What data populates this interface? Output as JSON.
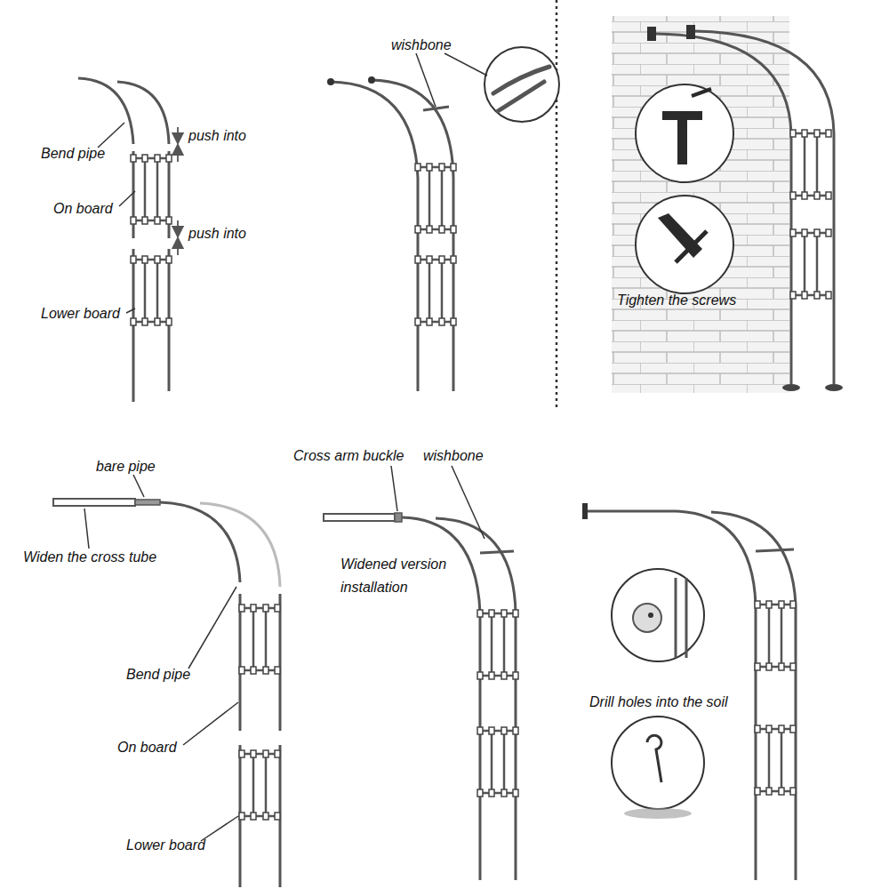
{
  "diagram": {
    "labels": [
      "Bend pipe",
      "push into",
      "On board",
      "push into",
      "Lower board",
      "wishbone",
      "Tighten the screws",
      "bare pipe",
      "Widen the cross tube",
      "Bend pipe",
      "On board",
      "Lower board",
      "Cross arm buckle",
      "wishbone",
      "Widened version installation",
      "Drill holes into the soil"
    ]
  }
}
